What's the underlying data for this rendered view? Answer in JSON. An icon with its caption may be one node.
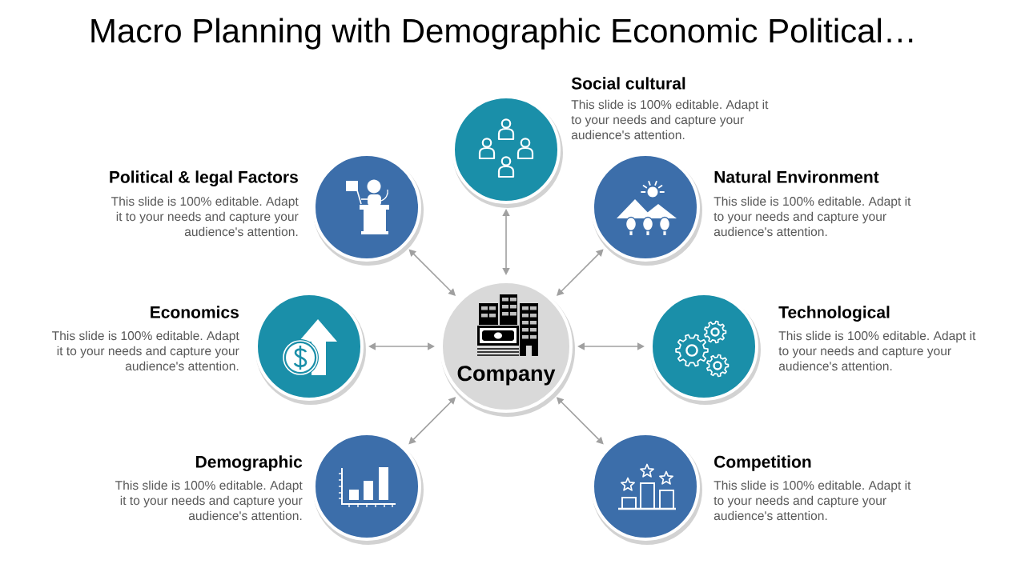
{
  "diagram": {
    "title": "Macro Planning with Demographic Economic Political…",
    "nodes": [
      {
        "text": [
          "Social cultural",
          "This slide is 100% editable. Adapt it to your needs and capture your audience's attention."
        ]
      },
      {
        "text": [
          "Political & legal Factors",
          "This slide is 100% editable. Adapt it to your needs and capture your audience's attention."
        ]
      },
      {
        "text": [
          "Natural Environment",
          "This slide is 100% editable. Adapt it to your needs and capture your audience's attention."
        ]
      },
      {
        "text": [
          "Economics",
          "This slide is 100% editable. Adapt it to your needs and capture your audience's attention."
        ]
      },
      {
        "text": [
          "Company"
        ]
      },
      {
        "text": [
          "Technological",
          "This slide is 100% editable. Adapt it to your needs and capture your audience's attention."
        ]
      },
      {
        "text": [
          "Demographic",
          "This slide is 100% editable. Adapt it to your needs and capture your audience's attention."
        ]
      },
      {
        "text": [
          "Competition",
          "This slide is 100% editable. Adapt it to your needs and capture your audience's attention."
        ]
      }
    ],
    "edges": [
      {
        "from": 4,
        "to": 0,
        "arrow": "both"
      },
      {
        "from": 4,
        "to": 2,
        "arrow": "both"
      },
      {
        "from": 4,
        "to": 5,
        "arrow": "both"
      },
      {
        "from": 4,
        "to": 7,
        "arrow": "both"
      },
      {
        "from": 4,
        "to": 6,
        "arrow": "both"
      },
      {
        "from": 4,
        "to": 3,
        "arrow": "both"
      },
      {
        "from": 4,
        "to": 1,
        "arrow": "both"
      }
    ]
  }
}
